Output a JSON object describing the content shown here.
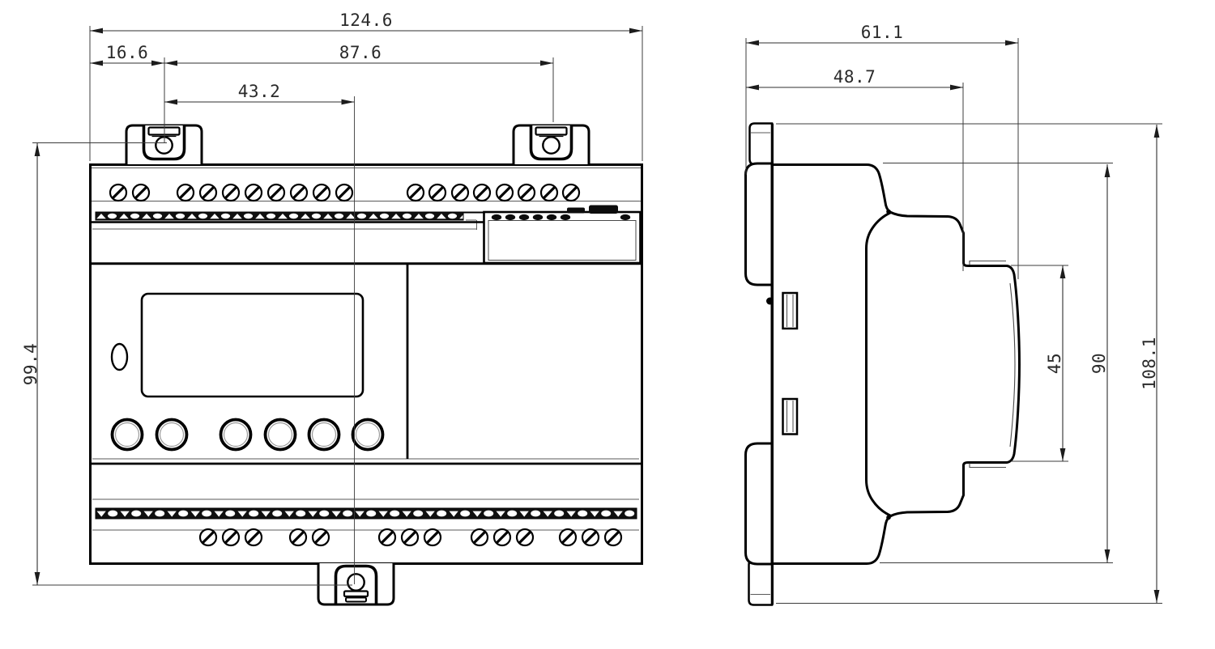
{
  "drawing": {
    "dimensions": {
      "front_view": {
        "overall_width": "124.6",
        "mount_tab_offset": "16.6",
        "mount_tab_spacing": "87.6",
        "center_offset": "43.2",
        "mount_hole_span": "99.4"
      },
      "side_view": {
        "overall_depth": "61.1",
        "base_depth": "48.7",
        "bezel_height": "45",
        "body_height": "90",
        "overall_height": "108.1"
      }
    },
    "colors": {
      "outline": "#000000",
      "thin_line": "#5a5a5a",
      "dimension_line": "#3c3c3c",
      "background": "#ffffff"
    }
  }
}
